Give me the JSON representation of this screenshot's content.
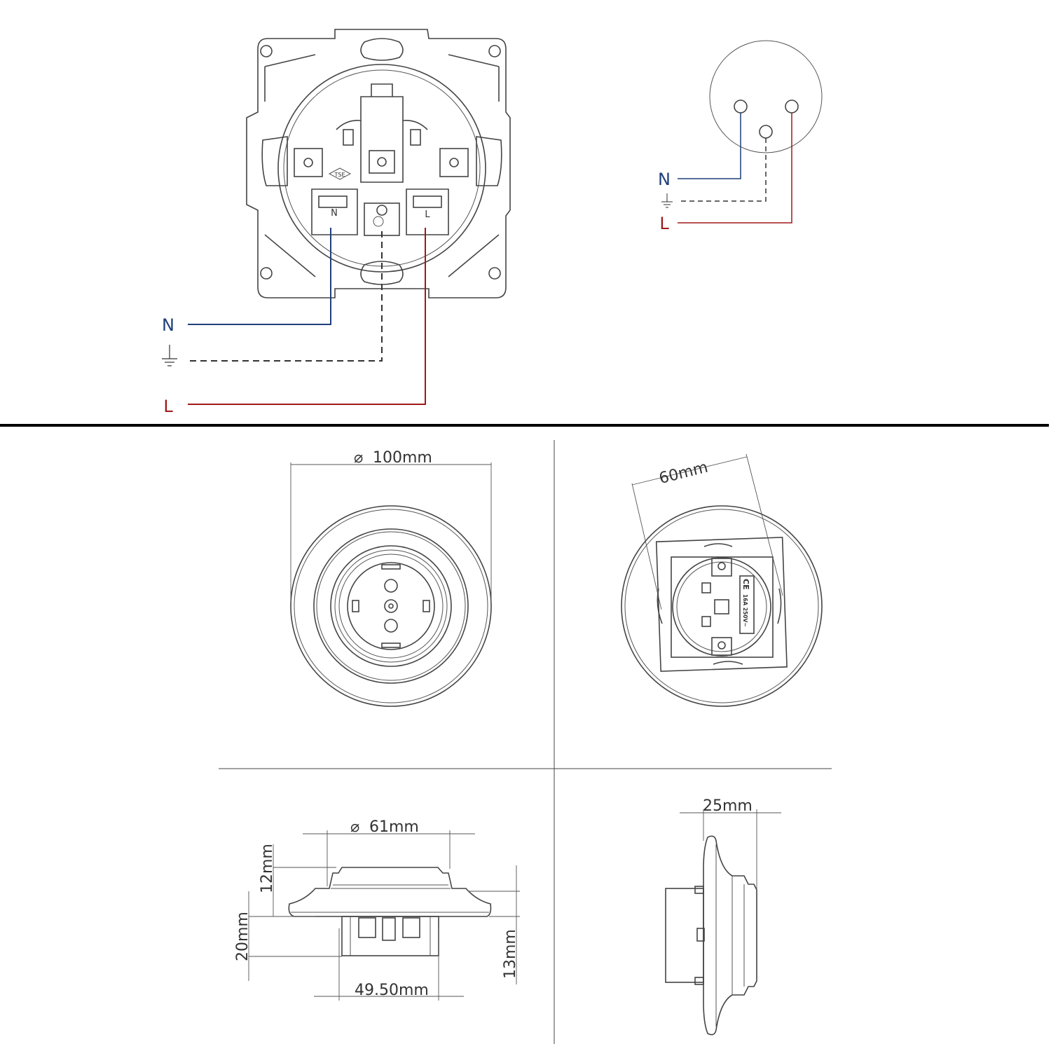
{
  "wiring": {
    "neutral_label": "N",
    "live_label": "L",
    "ground_icon": "earth-ground-icon",
    "neutral_color": "#1f3f7a",
    "live_color": "#a01818",
    "terminal_neutral": "N",
    "terminal_live": "L",
    "logo": "TSE"
  },
  "plug_diagram": {
    "neutral_label": "N",
    "live_label": "L"
  },
  "dimensions": {
    "diameter_symbol": "⌀",
    "front_diameter": "100mm",
    "mount_width": "60mm",
    "raised_diameter": "61mm",
    "raised_height": "12mm",
    "total_depth": "20mm",
    "insert_depth": "13mm",
    "insert_width": "49.50mm",
    "side_depth": "25mm"
  },
  "rear_label": {
    "mark": "CE",
    "rating": "16A 250V~"
  }
}
